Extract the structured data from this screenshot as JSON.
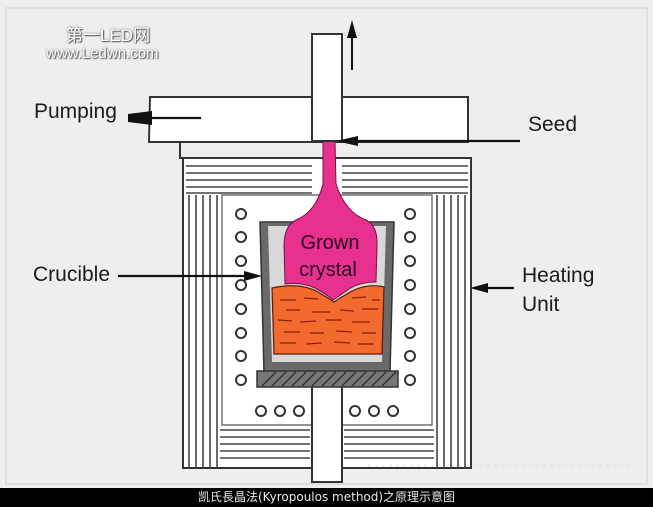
{
  "watermark": {
    "line1": "第一LED网",
    "line2": "www.Ledwn.com"
  },
  "labels": {
    "pumping": "Pumping",
    "seed": "Seed",
    "crucible": "Crucible",
    "heating_line1": "Heating",
    "heating_line2": "Unit",
    "crystal_line1": "Grown",
    "crystal_line2": "crystal"
  },
  "caption": "凯氏長晶法(Kyropoulos method)之原理示意图",
  "colors": {
    "background": "#eeeeee",
    "crystal": "#e8318e",
    "melt": "#f26a2e",
    "melt_lines": "#8a1f10",
    "crucible": "#555555"
  }
}
